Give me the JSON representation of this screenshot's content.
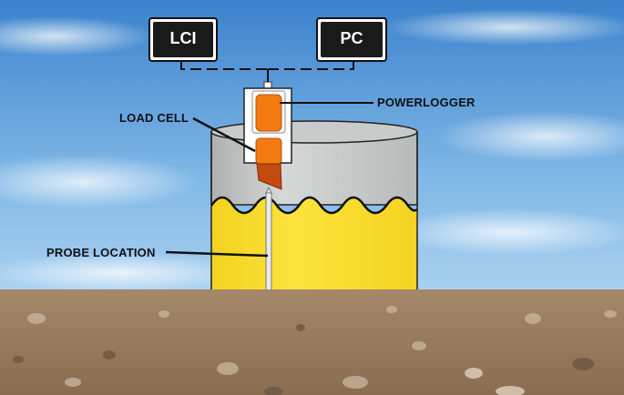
{
  "devices": {
    "lci": "LCI",
    "pc": "PC"
  },
  "labels": {
    "powerlogger": "POWERLOGGER",
    "load_cell": "LOAD CELL",
    "probe_location": "PROBE LOCATION"
  },
  "colors": {
    "sky_top": "#3f86cf",
    "sky_bottom": "#9fcbee",
    "cylinder_gray": "#c8cac9",
    "cylinder_yellow": "#f7dc2e",
    "logger_orange": "#f47a12",
    "soil": "#9a7d5f",
    "device_box": "#1a1a1a"
  }
}
